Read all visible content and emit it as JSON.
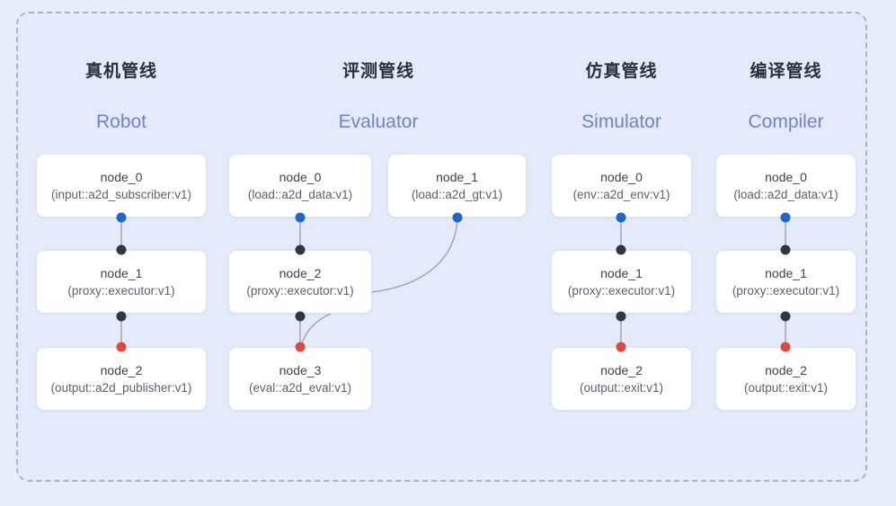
{
  "diagram": {
    "frame_style": "dashed",
    "background_color": "#e8edfb",
    "panel_color": "#e5eafb",
    "border_color": "#aab3c6"
  },
  "palette": {
    "port_in": "#1a67d2",
    "port_mid": "#33363d",
    "port_out": "#e8453a",
    "edge": "#8f97a8",
    "heading_cn": "#2b2f38",
    "heading_en": "#6d85c9",
    "card_bg": "#ffffff",
    "card_border": "#dfe3ec"
  },
  "columns": [
    {
      "id": "robot",
      "title_cn": "真机管线",
      "title_en": "Robot",
      "nodes": [
        {
          "name": "node_0",
          "spec": "(input::a2d_subscriber:v1)"
        },
        {
          "name": "node_1",
          "spec": "(proxy::executor:v1)"
        },
        {
          "name": "node_2",
          "spec": "(output::a2d_publisher:v1)"
        }
      ]
    },
    {
      "id": "evaluator",
      "title_cn": "评测管线",
      "title_en": "Evaluator",
      "nodes": [
        {
          "name": "node_0",
          "spec": "(load::a2d_data:v1)"
        },
        {
          "name": "node_1",
          "spec": "(load::a2d_gt:v1)"
        },
        {
          "name": "node_2",
          "spec": "(proxy::executor:v1)"
        },
        {
          "name": "node_3",
          "spec": "(eval::a2d_eval:v1)"
        }
      ]
    },
    {
      "id": "simulator",
      "title_cn": "仿真管线",
      "title_en": "Simulator",
      "nodes": [
        {
          "name": "node_0",
          "spec": "(env::a2d_env:v1)"
        },
        {
          "name": "node_1",
          "spec": "(proxy::executor:v1)"
        },
        {
          "name": "node_2",
          "spec": "(output::exit:v1)"
        }
      ]
    },
    {
      "id": "compiler",
      "title_cn": "编译管线",
      "title_en": "Compiler",
      "nodes": [
        {
          "name": "node_0",
          "spec": "(load::a2d_data:v1)"
        },
        {
          "name": "node_1",
          "spec": "(proxy::executor:v1)"
        },
        {
          "name": "node_2",
          "spec": "(output::exit:v1)"
        }
      ]
    }
  ]
}
